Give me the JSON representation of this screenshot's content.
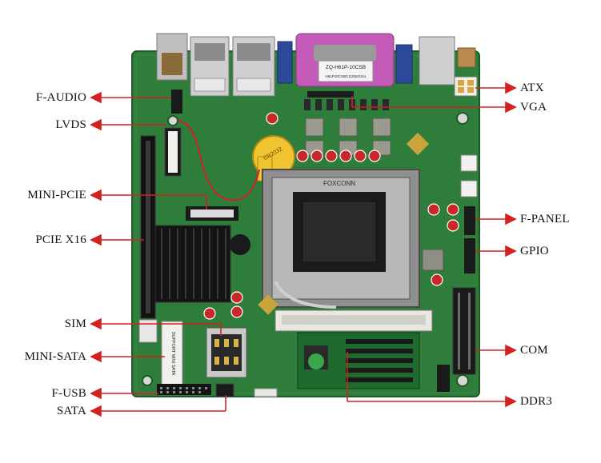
{
  "labels_left": [
    {
      "id": "f-audio",
      "text": "F-AUDIO"
    },
    {
      "id": "lvds",
      "text": "LVDS"
    },
    {
      "id": "mini-pcie",
      "text": "MINI-PCIE"
    },
    {
      "id": "pcie-x16",
      "text": "PCIE X16"
    },
    {
      "id": "sim",
      "text": "SIM"
    },
    {
      "id": "mini-sata",
      "text": "MINI-SATA"
    },
    {
      "id": "f-usb",
      "text": "F-USB"
    },
    {
      "id": "sata",
      "text": "SATA"
    }
  ],
  "labels_right": [
    {
      "id": "atx",
      "text": "ATX"
    },
    {
      "id": "vga",
      "text": "VGA"
    },
    {
      "id": "f-panel",
      "text": "F-PANEL"
    },
    {
      "id": "gpio",
      "text": "GPIO"
    },
    {
      "id": "com",
      "text": "COM"
    },
    {
      "id": "ddr3",
      "text": "DDR3"
    }
  ],
  "board_prints": {
    "vga_sticker_line1": "ZQ-H61P-10CSB",
    "vga_sticker_line2": "H61P10CSBC110820161",
    "socket_brand": "FOXCONN",
    "battery_text": "CR2032",
    "mini_sata_silk": "SUPPORT MINI SATA"
  },
  "colors": {
    "pcb": "#2e7d3a",
    "arrow": "#d32020",
    "label": "#111111"
  }
}
